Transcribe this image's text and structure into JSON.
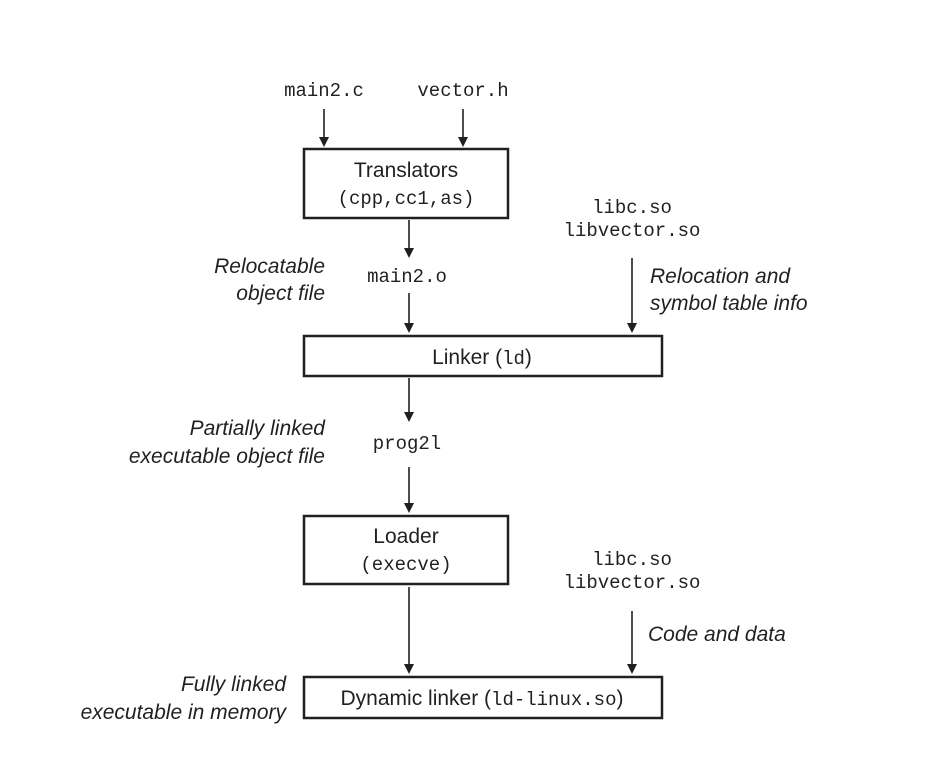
{
  "inputs": {
    "main_c": "main2.c",
    "vector_h": "vector.h"
  },
  "translators": {
    "title": "Translators",
    "tools": "(cpp,cc1,as)"
  },
  "libs_top": {
    "libc": "libc.so",
    "libvector": "libvector.so"
  },
  "relocatable": {
    "label_line1": "Relocatable",
    "label_line2": "object file",
    "file": "main2.o"
  },
  "relocation_info": {
    "line1": "Relocation and",
    "line2": "symbol table info"
  },
  "linker": {
    "label": "Linker (",
    "cmd": "ld",
    "close": ")"
  },
  "partial": {
    "label_line1": "Partially linked",
    "label_line2": "executable object file",
    "file": "prog2l"
  },
  "loader": {
    "title": "Loader",
    "cmd": "(execve)"
  },
  "libs_bottom": {
    "libc": "libc.so",
    "libvector": "libvector.so"
  },
  "code_data": {
    "label": "Code and data"
  },
  "full": {
    "label_line1": "Fully linked",
    "label_line2": "executable in memory"
  },
  "dynamic_linker": {
    "label": "Dynamic linker (",
    "cmd": "ld-linux.so",
    "close": ")"
  }
}
